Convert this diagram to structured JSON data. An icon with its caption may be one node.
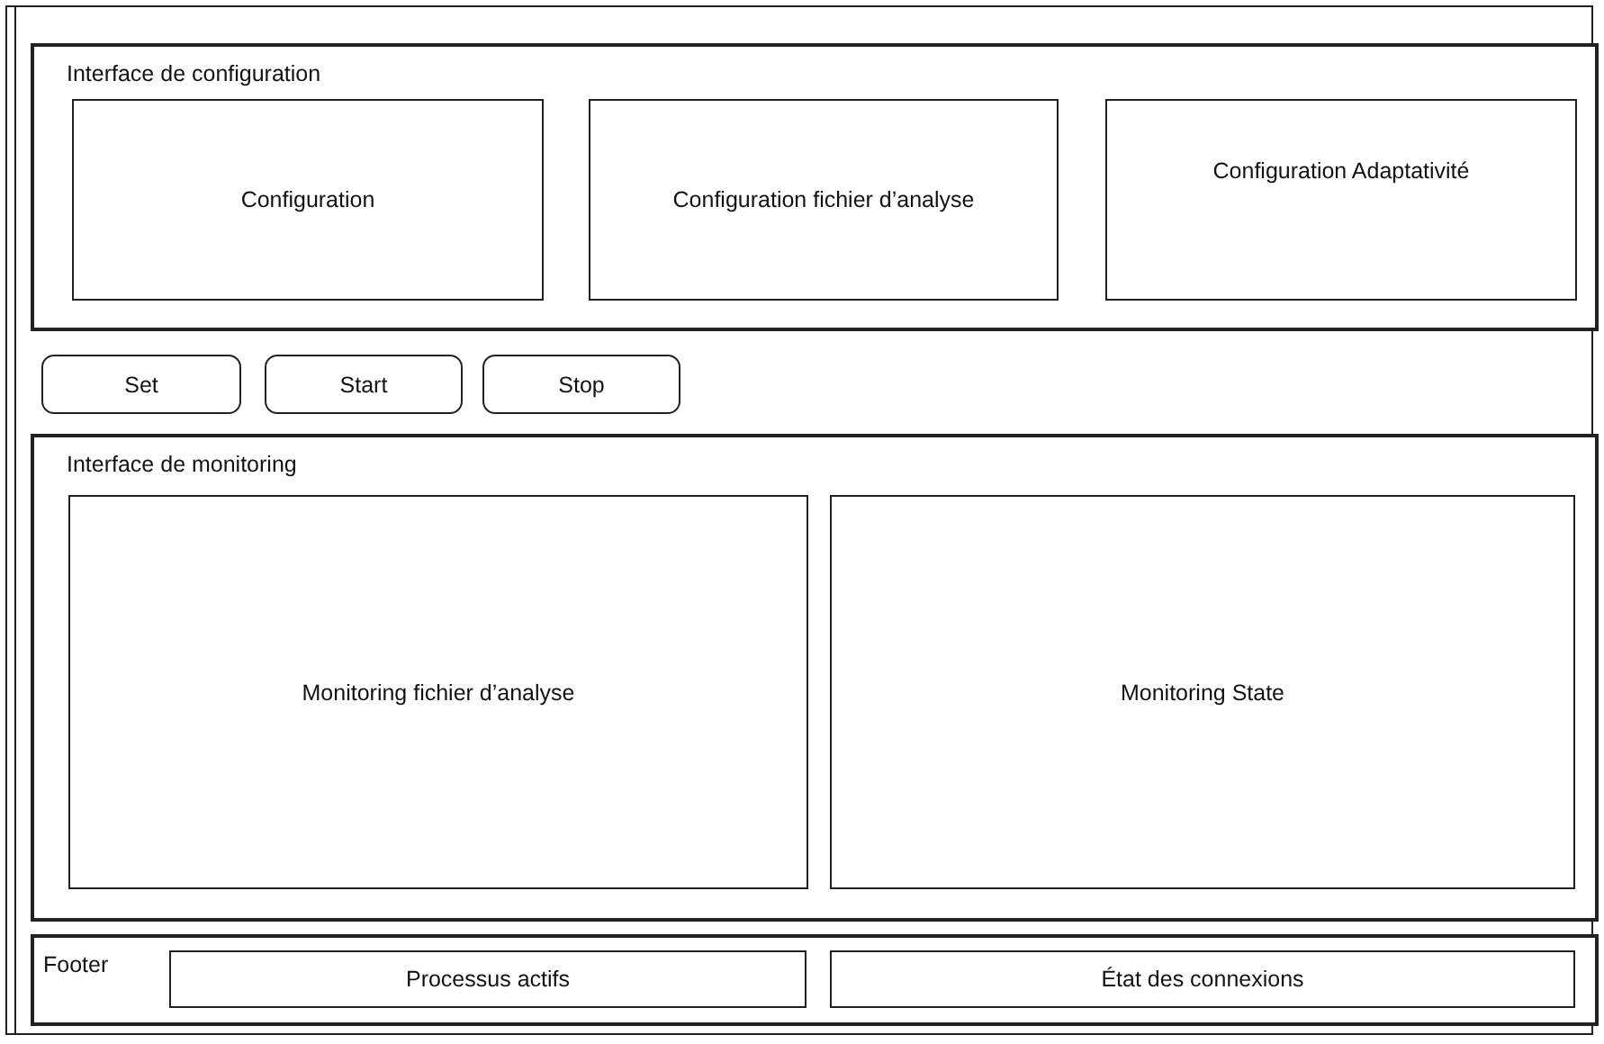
{
  "diagram": {
    "nodes": [
      {
        "text": [
          "Interface de configuration"
        ]
      },
      {
        "text": [
          "Configuration"
        ],
        "in": 0
      },
      {
        "text": [
          "Configuration fichier d’analyse"
        ],
        "in": 0
      },
      {
        "text": [
          "Configuration Adaptativité"
        ],
        "in": 0
      },
      {
        "text": [
          "Set"
        ]
      },
      {
        "text": [
          "Start"
        ]
      },
      {
        "text": [
          "Stop"
        ]
      },
      {
        "text": [
          "Interface de monitoring"
        ]
      },
      {
        "text": [
          "Monitoring fichier d’analyse"
        ],
        "in": 7
      },
      {
        "text": [
          "Monitoring State"
        ],
        "in": 7
      },
      {
        "text": [
          "Footer"
        ]
      },
      {
        "text": [
          "Processus actifs"
        ],
        "in": 10
      },
      {
        "text": [
          "État des connexions"
        ],
        "in": 10
      }
    ]
  }
}
